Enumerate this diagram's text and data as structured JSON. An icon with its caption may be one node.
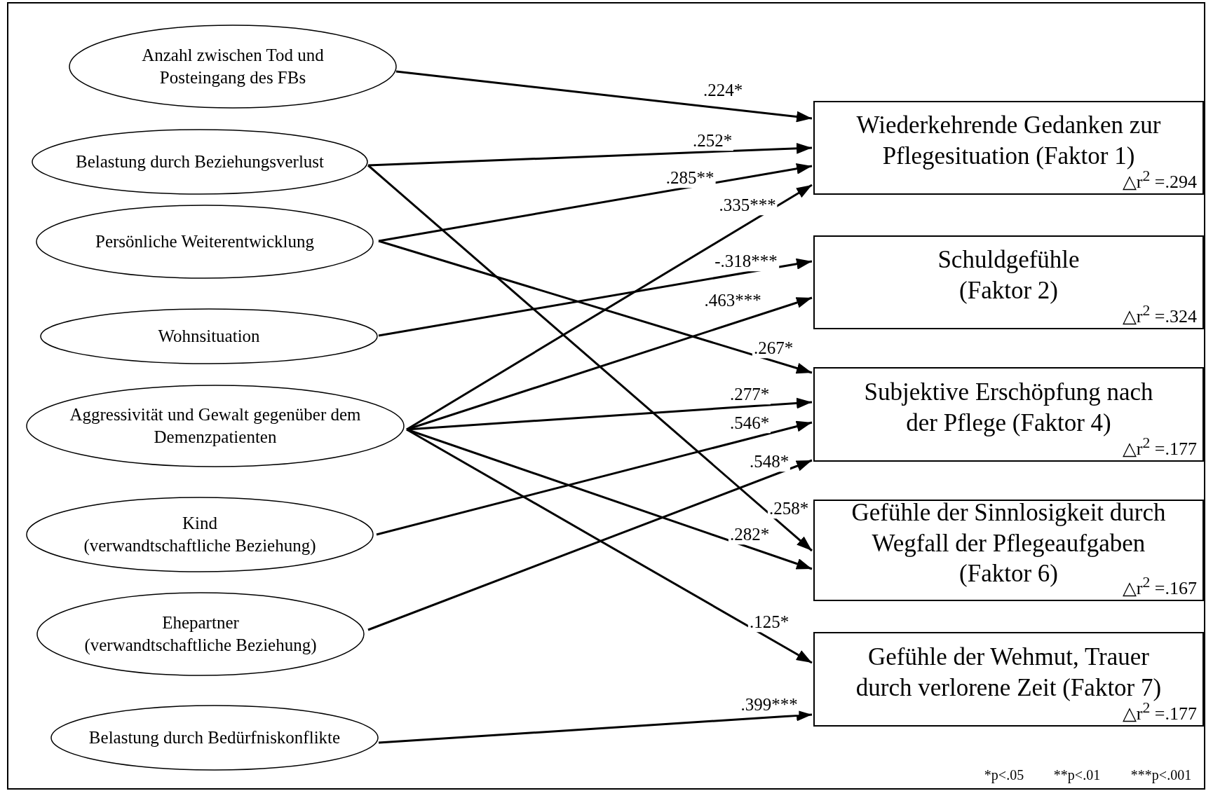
{
  "diagram": {
    "nodes": [
      {
        "text": [
          "Anzahl zwischen Tod und Posteingang des FBs"
        ]
      },
      {
        "text": [
          "Belastung durch Beziehungsverlust"
        ]
      },
      {
        "text": [
          "Persönliche Weiterentwicklung"
        ]
      },
      {
        "text": [
          "Wohnsituation"
        ]
      },
      {
        "text": [
          "Aggressivität und Gewalt gegenüber dem Demenzpatienten"
        ]
      },
      {
        "text": [
          "Kind (verwandtschaftliche Beziehung)"
        ]
      },
      {
        "text": [
          "Ehepartner (verwandtschaftliche Beziehung)"
        ]
      },
      {
        "text": [
          "Belastung durch Bedürfniskonflikte"
        ]
      },
      {
        "text": [
          "Wiederkehrende Gedanken zur Pflegesituation (Faktor 1)",
          "△r$^{2}$ =.294"
        ]
      },
      {
        "text": [
          "Schuldgefühle (Faktor 2)",
          "△r$^{2}$ =.324"
        ]
      },
      {
        "text": [
          "Subjektive Erschöpfung nach der Pflege (Faktor 4)",
          "△r$^{2}$ =.177"
        ]
      },
      {
        "text": [
          "Gefühle der Sinnlosigkeit durch Wegfall der Pflegeaufgaben (Faktor 6)",
          "△r$^{2}$ =.167"
        ]
      },
      {
        "text": [
          "Gefühle der Wehmut, Trauer durch verlorene Zeit (Faktor 7)",
          "△r$^{2}$ =.177"
        ]
      }
    ],
    "edges": [
      {
        "from": 0,
        "to": 8,
        "arrow": "to",
        "label": ".224*"
      },
      {
        "from": 1,
        "to": 8,
        "arrow": "to",
        "label": ".252*"
      },
      {
        "from": 2,
        "to": 8,
        "arrow": "to",
        "label": ".285**"
      },
      {
        "from": 4,
        "to": 8,
        "arrow": "to",
        "label": ".335***"
      },
      {
        "from": 3,
        "to": 9,
        "arrow": "to",
        "label": "-.318***"
      },
      {
        "from": 4,
        "to": 9,
        "arrow": "to",
        "label": ".463***"
      },
      {
        "from": 2,
        "to": 10,
        "arrow": "to",
        "label": ".267*"
      },
      {
        "from": 4,
        "to": 10,
        "arrow": "to",
        "label": ".277*"
      },
      {
        "from": 5,
        "to": 10,
        "arrow": "to",
        "label": ".546*"
      },
      {
        "from": 6,
        "to": 10,
        "arrow": "to",
        "label": ".548*"
      },
      {
        "from": 1,
        "to": 11,
        "arrow": "to",
        "label": ".258*"
      },
      {
        "from": 4,
        "to": 11,
        "arrow": "to",
        "label": ".282*"
      },
      {
        "from": 4,
        "to": 12,
        "arrow": "to",
        "label": ".125*"
      },
      {
        "from": 7,
        "to": 12,
        "arrow": "to",
        "label": ".399***"
      }
    ],
    "labels": [
      "*p<.05",
      "**p<.01",
      "***p<.001"
    ]
  }
}
